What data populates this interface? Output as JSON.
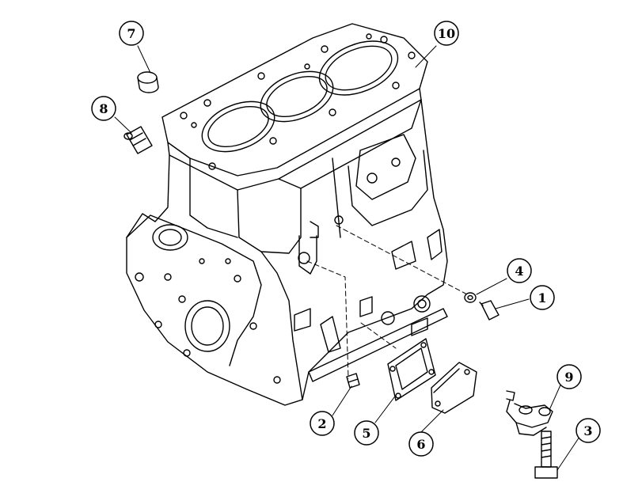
{
  "diagram": {
    "callouts": [
      {
        "id": "c1",
        "label": "1"
      },
      {
        "id": "c2",
        "label": "2"
      },
      {
        "id": "c3",
        "label": "3"
      },
      {
        "id": "c4",
        "label": "4"
      },
      {
        "id": "c5",
        "label": "5"
      },
      {
        "id": "c6",
        "label": "6"
      },
      {
        "id": "c7",
        "label": "7"
      },
      {
        "id": "c8",
        "label": "8"
      },
      {
        "id": "c9",
        "label": "9"
      },
      {
        "id": "c10",
        "label": "10"
      }
    ],
    "colors": {
      "line": "#000000",
      "background": "#ffffff"
    }
  }
}
